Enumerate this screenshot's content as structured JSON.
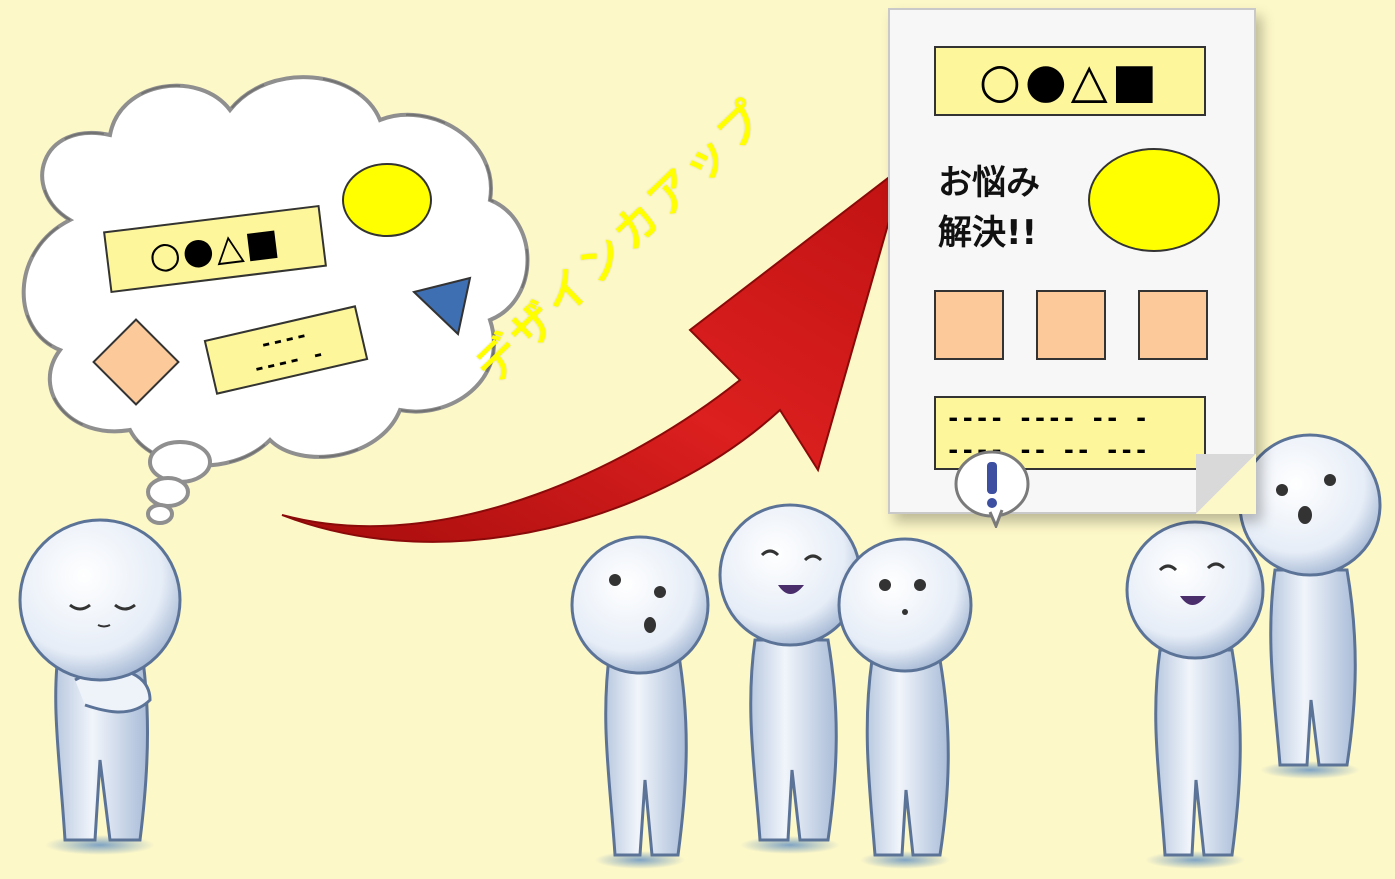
{
  "thought_bubble": {
    "title_shapes": "○●△■",
    "note_text": "----\n---- -"
  },
  "arrow": {
    "label": "デザインカアップ"
  },
  "document": {
    "title_shapes": "○●△■",
    "heading_line1": "お悩み",
    "heading_line2": "解決!!",
    "text_block": "---- ---- -- -\n---- -- -- ---"
  },
  "colors": {
    "background": "#fdf8c8",
    "highlight_yellow": "#ffff00",
    "box_yellow": "#fdf69a",
    "box_orange": "#fbc99a",
    "arrow_red": "#d11a1a",
    "triangle_blue": "#3f6fb3",
    "figure_blue": "#dfe8f5"
  },
  "figures": {
    "left_thinker": "thinking-figure",
    "group": [
      "curious-figure",
      "smiling-figure",
      "surprised-figure",
      "smiling-figure",
      "curious-figure"
    ]
  },
  "icons": {
    "exclamation": "exclamation-bubble-icon"
  }
}
